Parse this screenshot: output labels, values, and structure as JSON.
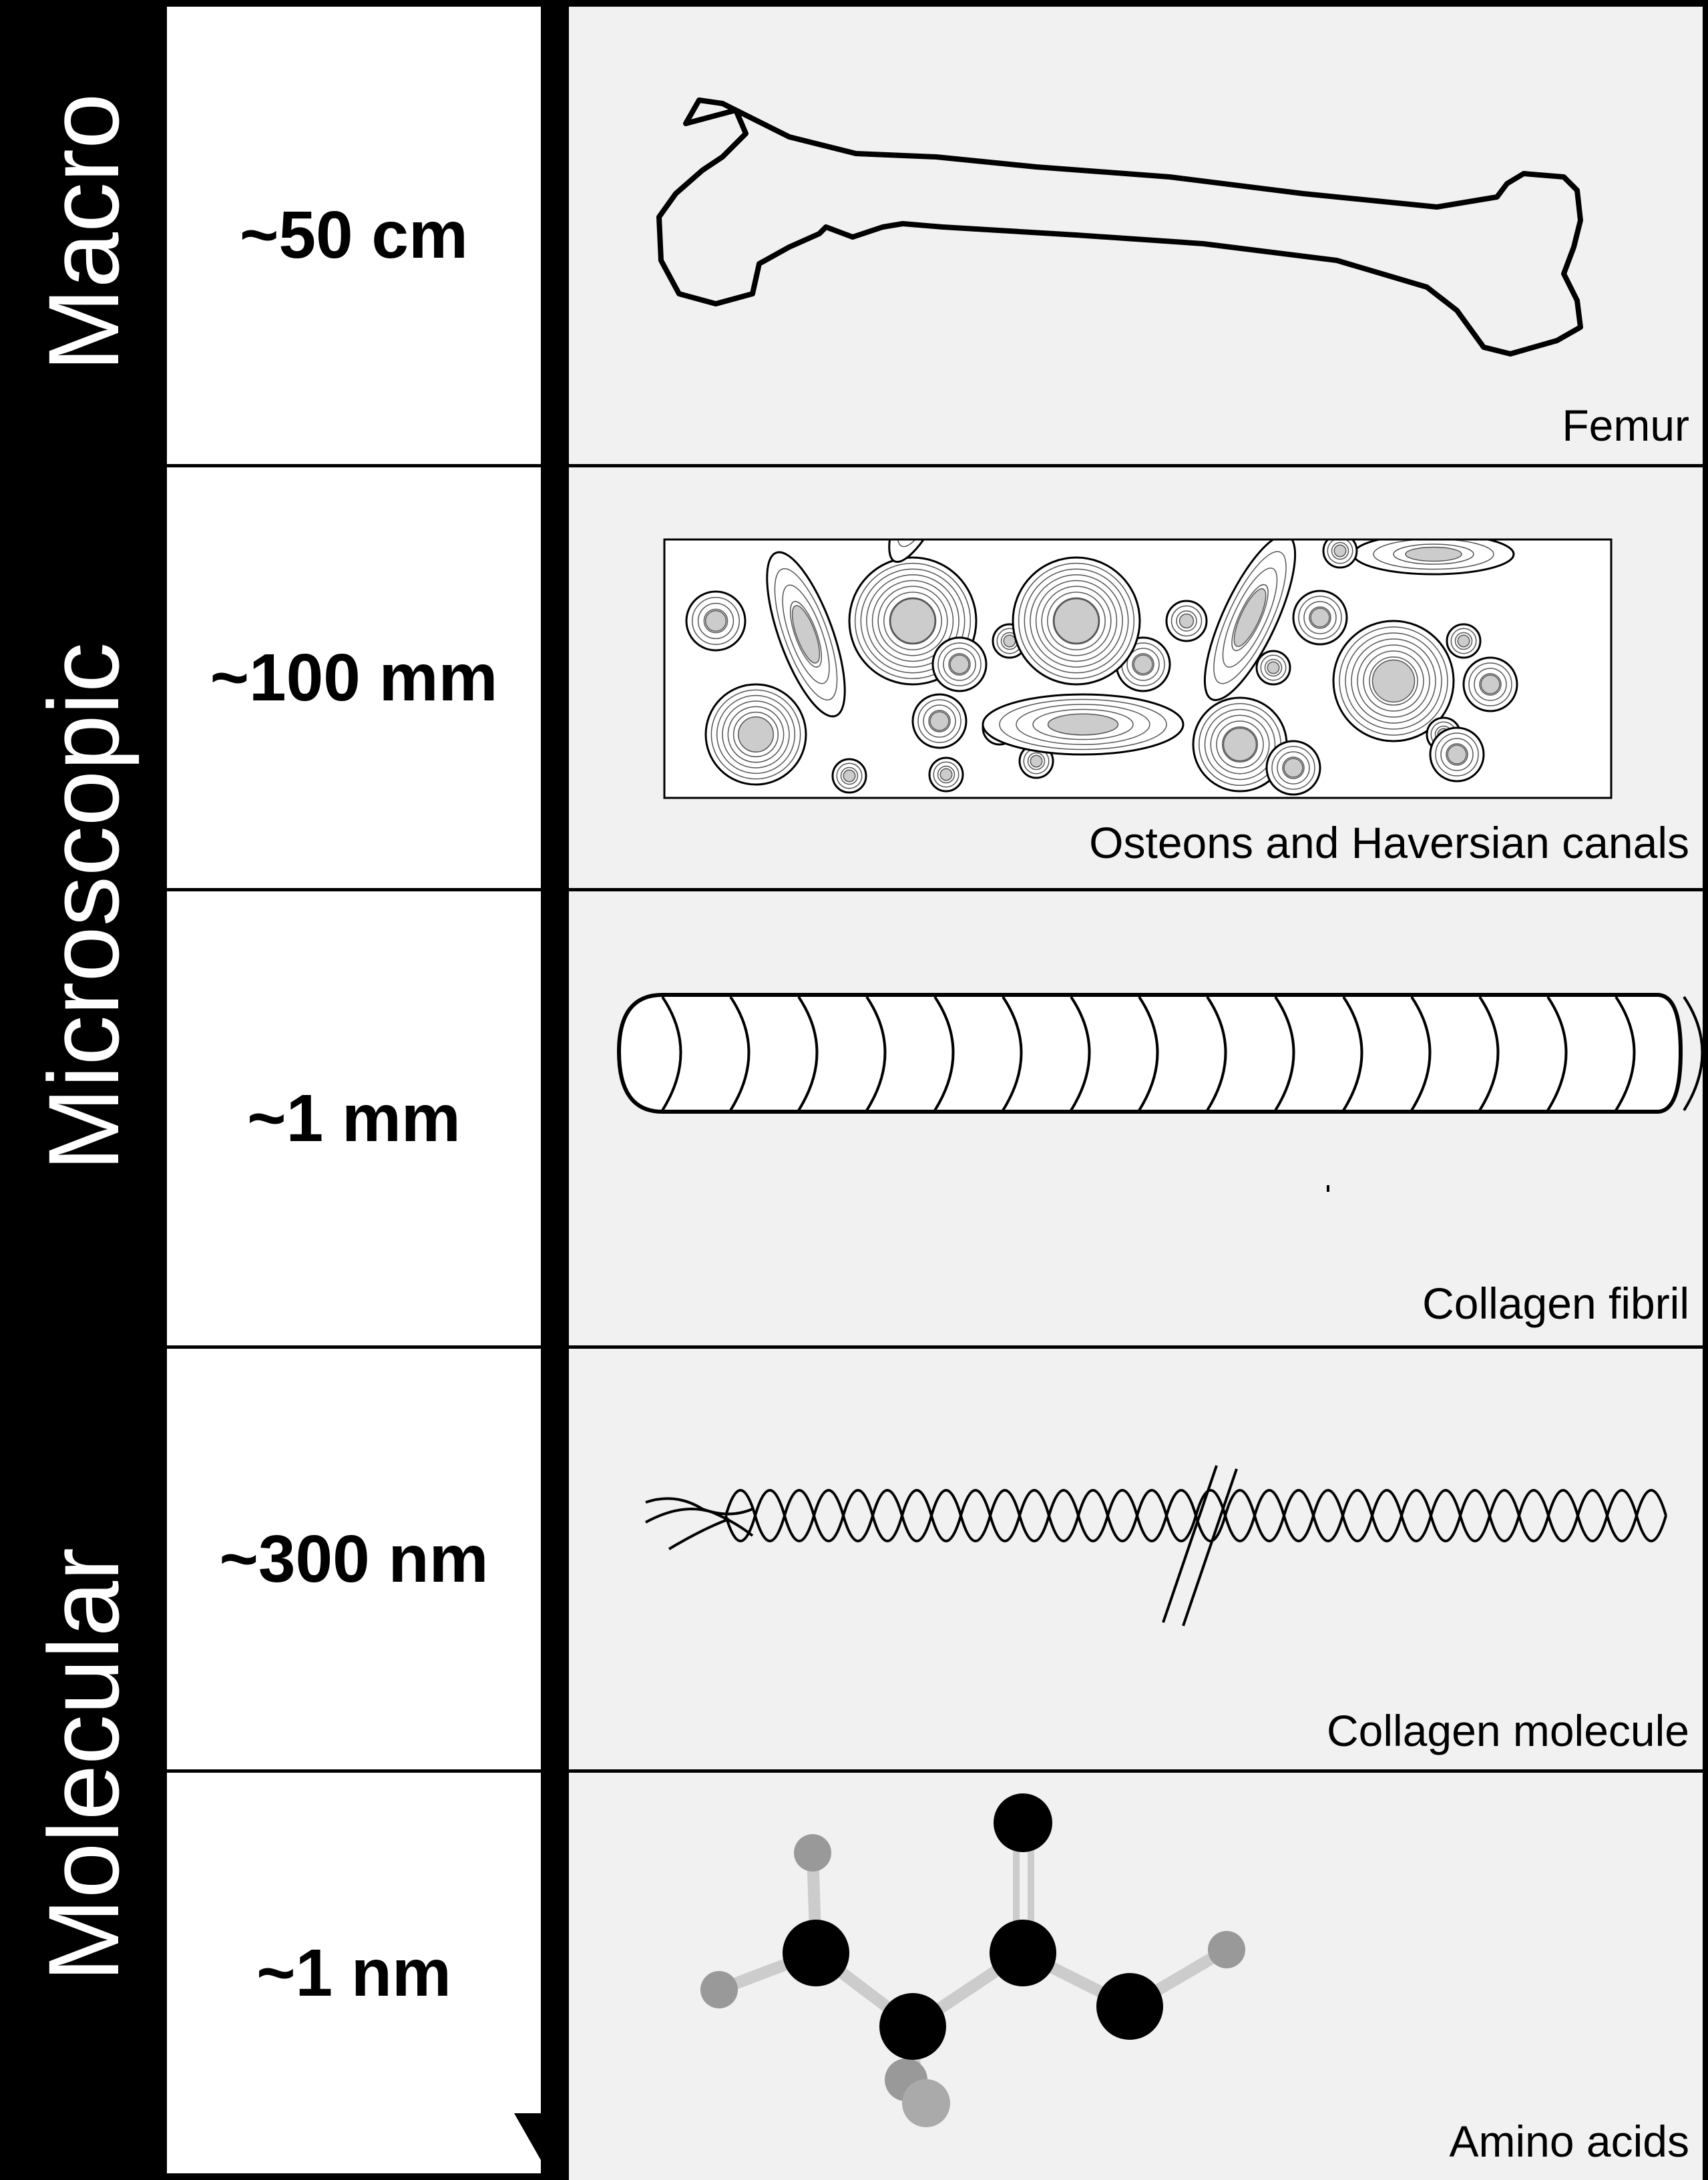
{
  "levels": {
    "macro": "Macro",
    "microscopic": "Microscopic",
    "molecular": "Molecular"
  },
  "scales": [
    "~50 cm",
    "~100 mm",
    "~1 mm",
    "~300 nm",
    "~1 nm"
  ],
  "captions": [
    "Femur",
    "Osteons and Haversian canals",
    "Collagen fibril",
    "Collagen molecule",
    "Amino acids"
  ],
  "icons": [
    "femur-bone",
    "osteon-cross-section",
    "collagen-fibril",
    "collagen-triple-helix",
    "amino-acid-molecule"
  ],
  "colors": {
    "band": "#000000",
    "scale_background": "#ffffff",
    "illustration_background": "#f1f1f1",
    "atom_dark": "#000000",
    "atom_light": "#999999",
    "bond": "#cccccc",
    "osteon_center": "#cccccc"
  }
}
